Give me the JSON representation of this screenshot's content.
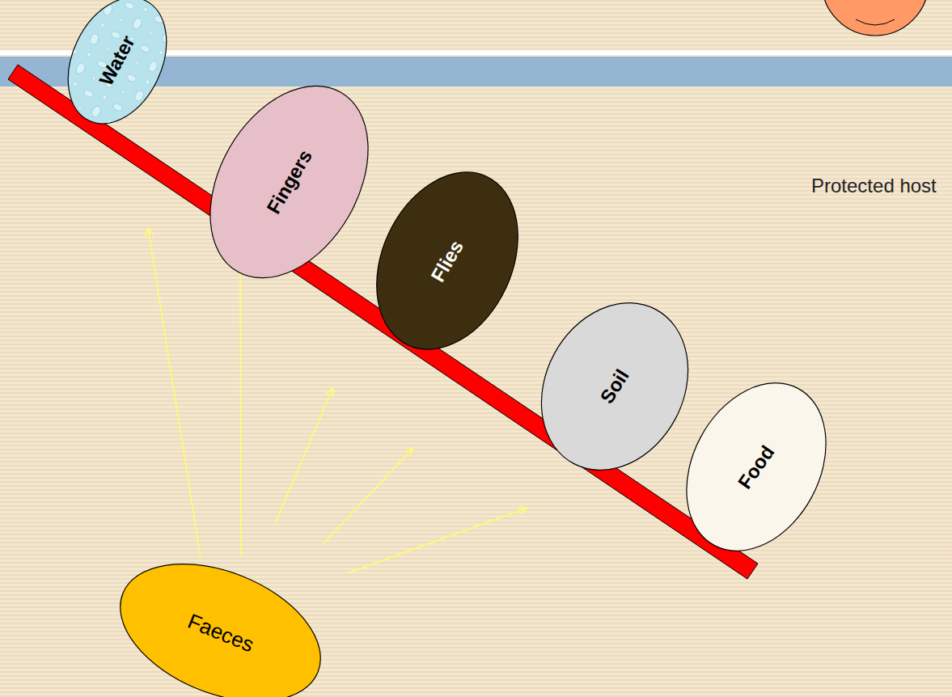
{
  "diagram": {
    "nodes": [
      {
        "text": [
          "Water"
        ]
      },
      {
        "text": [
          "Fingers"
        ]
      },
      {
        "text": [
          "Flies"
        ]
      },
      {
        "text": [
          "Soil"
        ]
      },
      {
        "text": [
          "Food"
        ]
      },
      {
        "text": [
          "Faeces"
        ]
      }
    ],
    "labels": [
      "Protected host"
    ]
  }
}
